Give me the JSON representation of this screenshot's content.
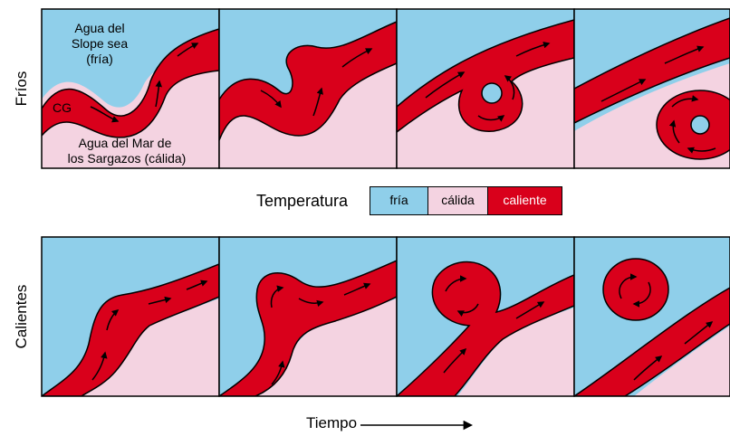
{
  "colors": {
    "cold": "#8fcfea",
    "warm": "#f4d3e1",
    "hot": "#d9001b",
    "line": "#000000"
  },
  "rows": {
    "cold": {
      "label": "Fríos"
    },
    "warm": {
      "label": "Calientes"
    }
  },
  "annotations": {
    "slope_sea_1": "Agua del",
    "slope_sea_2": "Slope sea",
    "slope_sea_3": "(fría)",
    "gulf_stream": "CG",
    "sargasso_1": "Agua del Mar de",
    "sargasso_2": "los Sargazos (cálida)"
  },
  "legend": {
    "title": "Temperatura",
    "cold": "fría",
    "warm": "cálida",
    "hot": "caliente"
  },
  "axis": {
    "time_label": "Tiempo"
  }
}
